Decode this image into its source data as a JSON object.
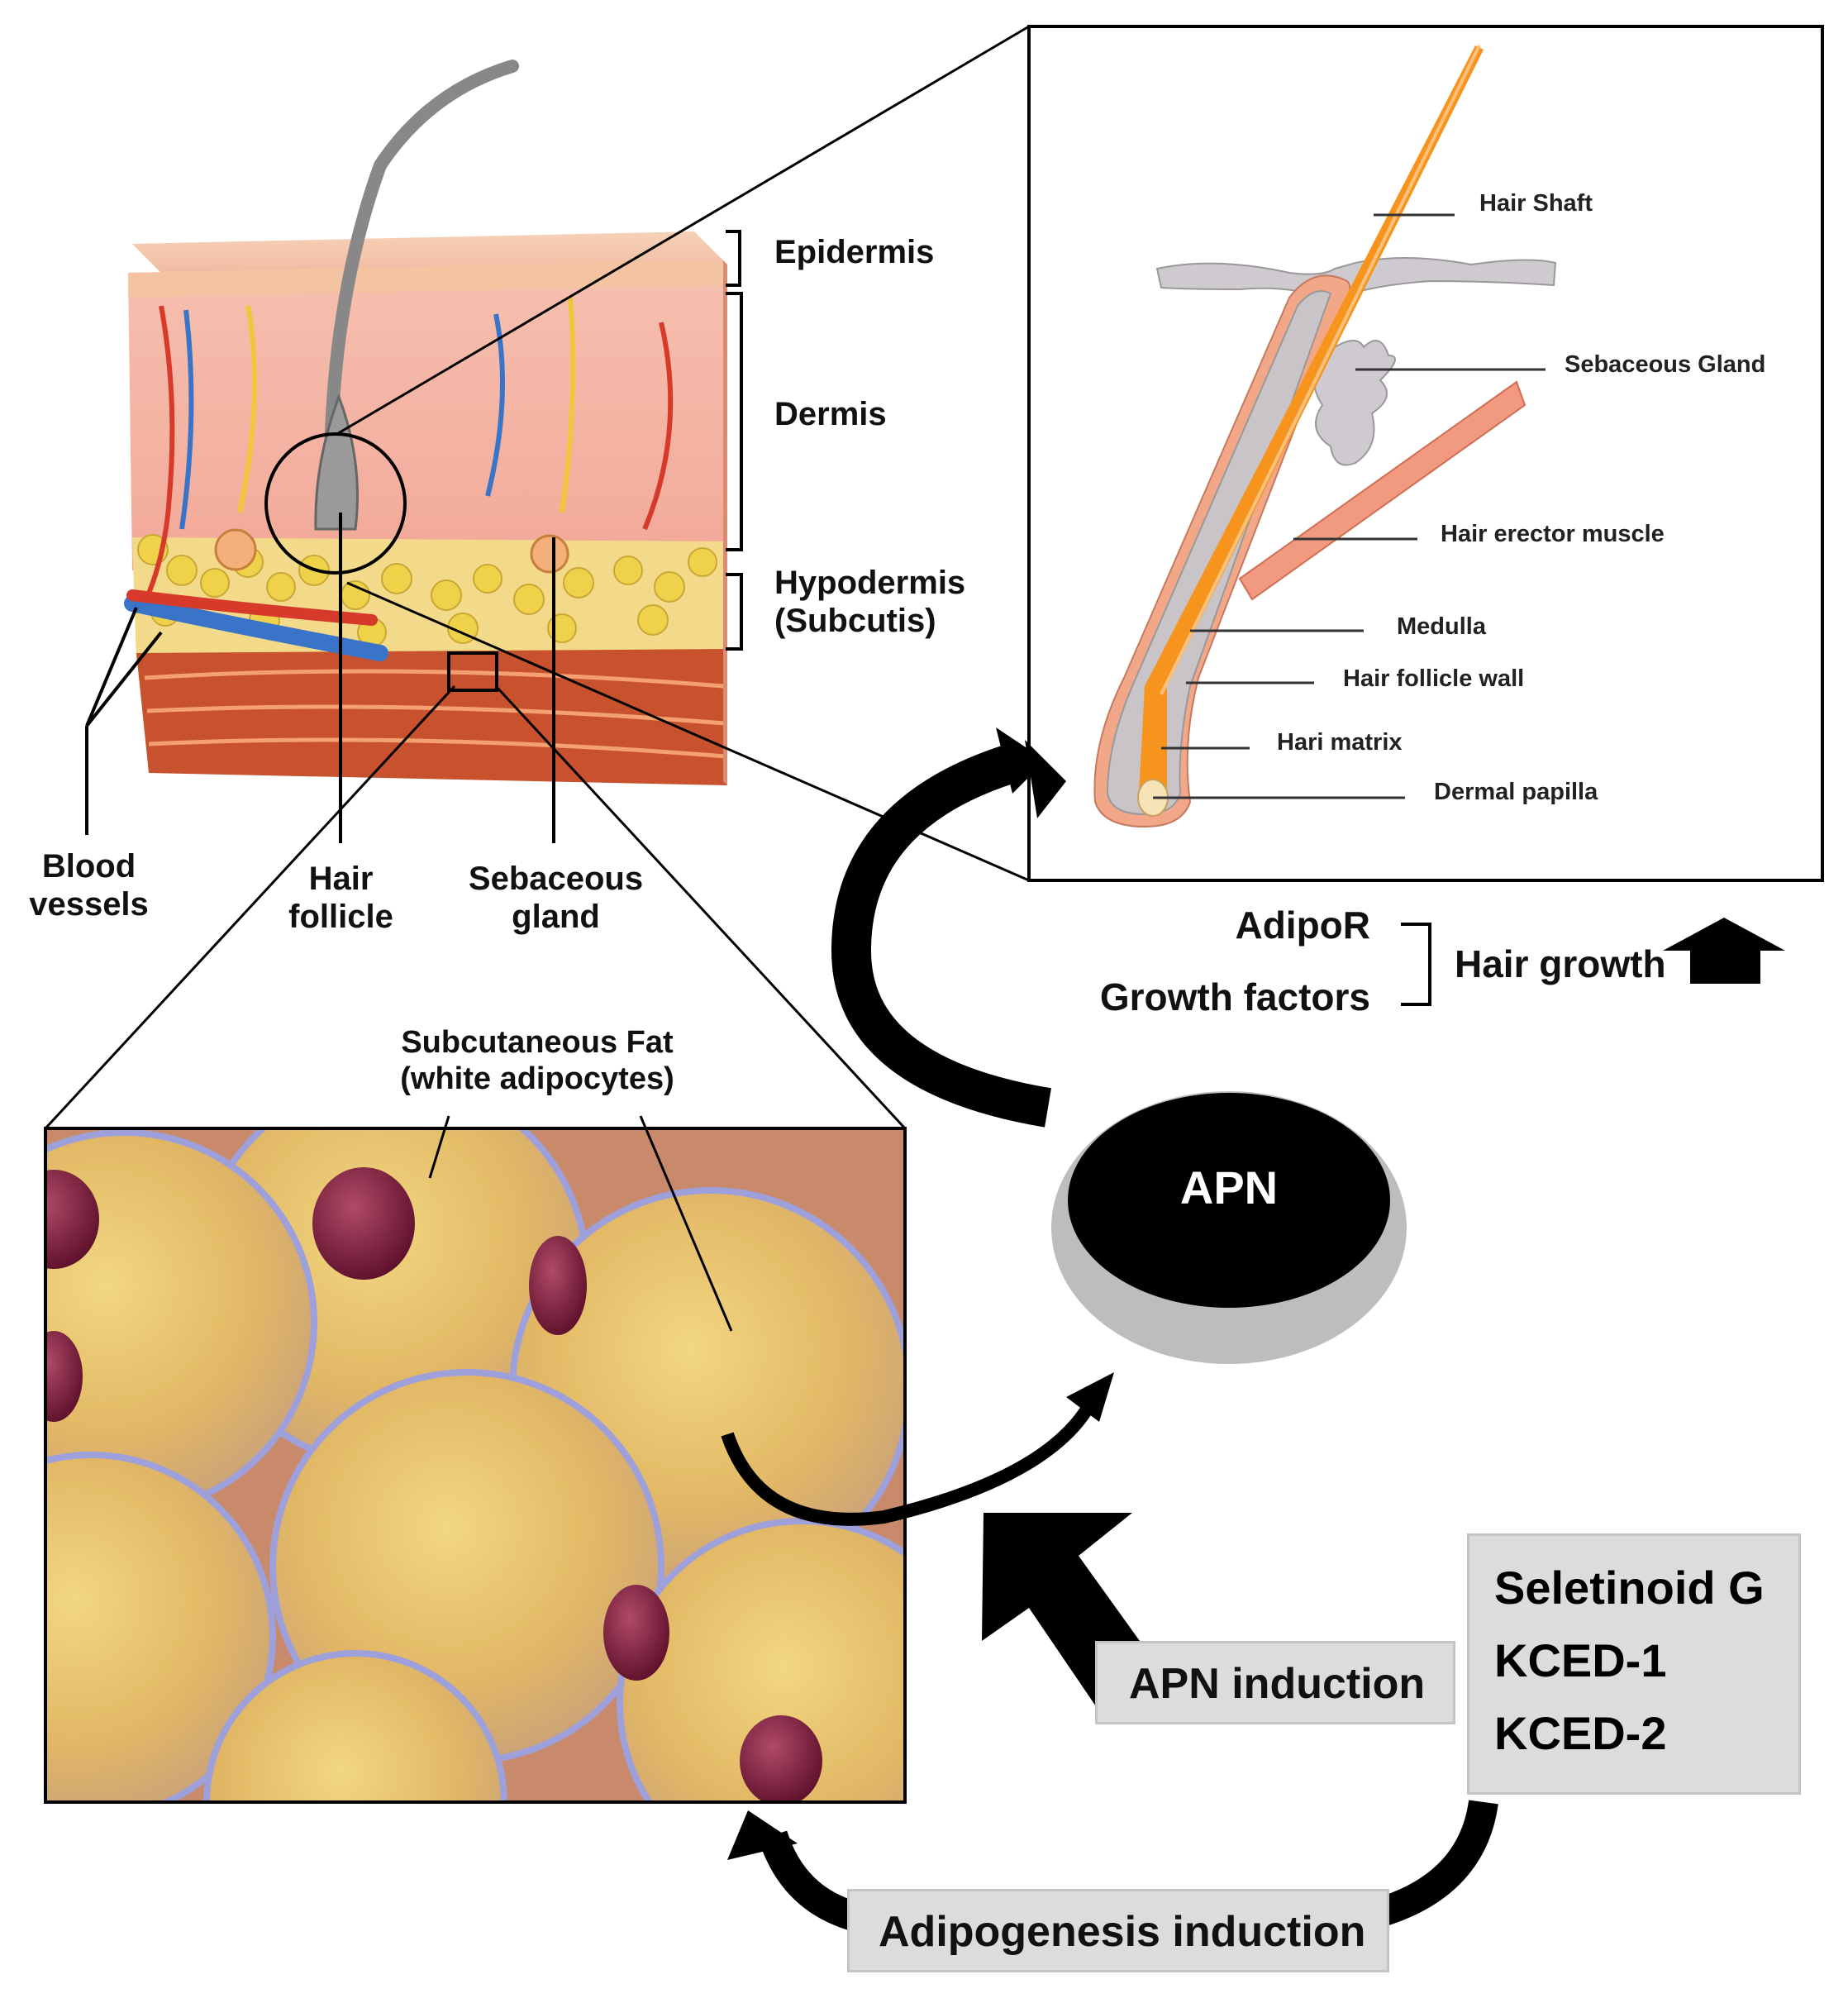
{
  "skin_layers": {
    "epidermis": "Epidermis",
    "dermis": "Dermis",
    "hypodermis_line1": "Hypodermis",
    "hypodermis_line2": "(Subcutis)"
  },
  "skin_structures": {
    "blood_vessels_line1": "Blood",
    "blood_vessels_line2": "vessels",
    "hair_follicle_line1": "Hair",
    "hair_follicle_line2": "follicle",
    "sebaceous_line1": "Sebaceous",
    "sebaceous_line2": "gland"
  },
  "follicle_detail": {
    "hair_shaft": "Hair Shaft",
    "sebaceous_gland": "Sebaceous Gland",
    "hair_erector_muscle": "Hair erector muscle",
    "medulla": "Medulla",
    "hair_follicle_wall": "Hair follicle wall",
    "hair_matrix": "Hari matrix",
    "dermal_papilla": "Dermal papilla"
  },
  "effects": {
    "adipor": "AdipoR",
    "growth_factors": "Growth factors",
    "hair_growth": "Hair growth"
  },
  "fat": {
    "title_line1": "Subcutaneous Fat",
    "title_line2": "(white adipocytes)"
  },
  "apn": {
    "label": "APN"
  },
  "compounds": [
    "Seletinoid G",
    "KCED-1",
    "KCED-2"
  ],
  "apn_induction": "APN induction",
  "adipogenesis_induction": "Adipogenesis induction",
  "colors": {
    "black": "#000000",
    "box_gray": "#dcdcdc",
    "apn_shadow": "#bdbdbd",
    "hair_orange": "#f7941d",
    "follicle_gray": "#c8c4c8",
    "muscle_salmon": "#f08a70",
    "fat_yellow": "#e8c86a",
    "nucleus": "#7a1a3a"
  }
}
